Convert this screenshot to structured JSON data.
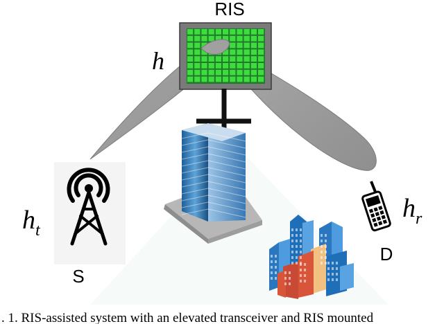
{
  "labels": {
    "ris": "RIS",
    "source": "S",
    "destination": "D",
    "h": "h",
    "ht_base": "h",
    "ht_sub": "t",
    "hr_base": "h",
    "hr_sub": "r"
  },
  "caption": ". 1.  RIS-assisted system with an elevated transceiver and RIS mounted",
  "colors": {
    "ris_panel": "#7a7a7a",
    "ris_cell": "#3fdc3f",
    "ris_grid": "#1f7a2a",
    "beam": "#9e9e9e",
    "beam_edge": "#7c7c7c",
    "building_glass": "#3f84bd",
    "city_red": "#d9553a",
    "city_blue": "#1f6fb8",
    "phone_body": "#000000"
  },
  "icons": {
    "tower": "radio-tower-icon",
    "phone": "mobile-phone-icon",
    "building": "skyscraper-icon",
    "city": "city-skyline-icon"
  }
}
